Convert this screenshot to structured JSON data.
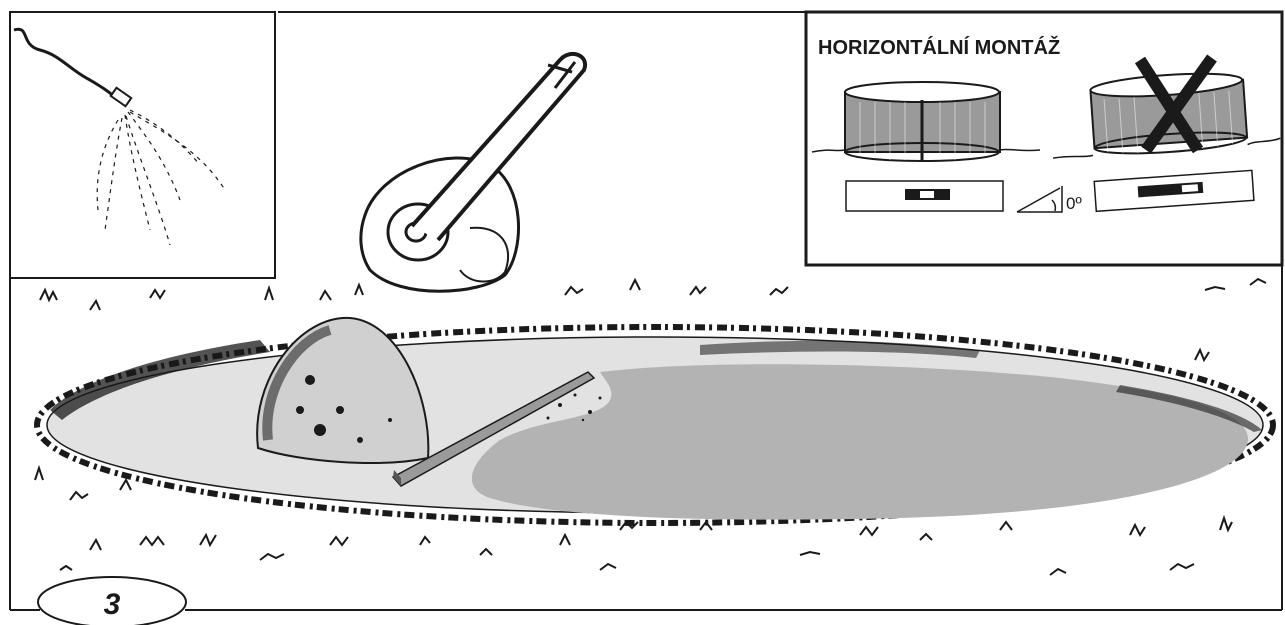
{
  "inset_title": "HORIZONTÁLNÍ MONTÁŽ",
  "angle_label": "0º",
  "step_number": "3",
  "colors": {
    "ink": "#1a1a1a",
    "leveled_sand": "#e2e2e2",
    "wet_area": "#b3b3b3",
    "background": "#ffffff"
  },
  "icons": [
    "garden-hose-icon",
    "lawn-roller-icon",
    "sand-mound-icon",
    "leveling-board-icon",
    "pool-correct-icon",
    "pool-incorrect-icon",
    "spirit-level-icon",
    "angle-icon",
    "cross-mark-icon"
  ]
}
